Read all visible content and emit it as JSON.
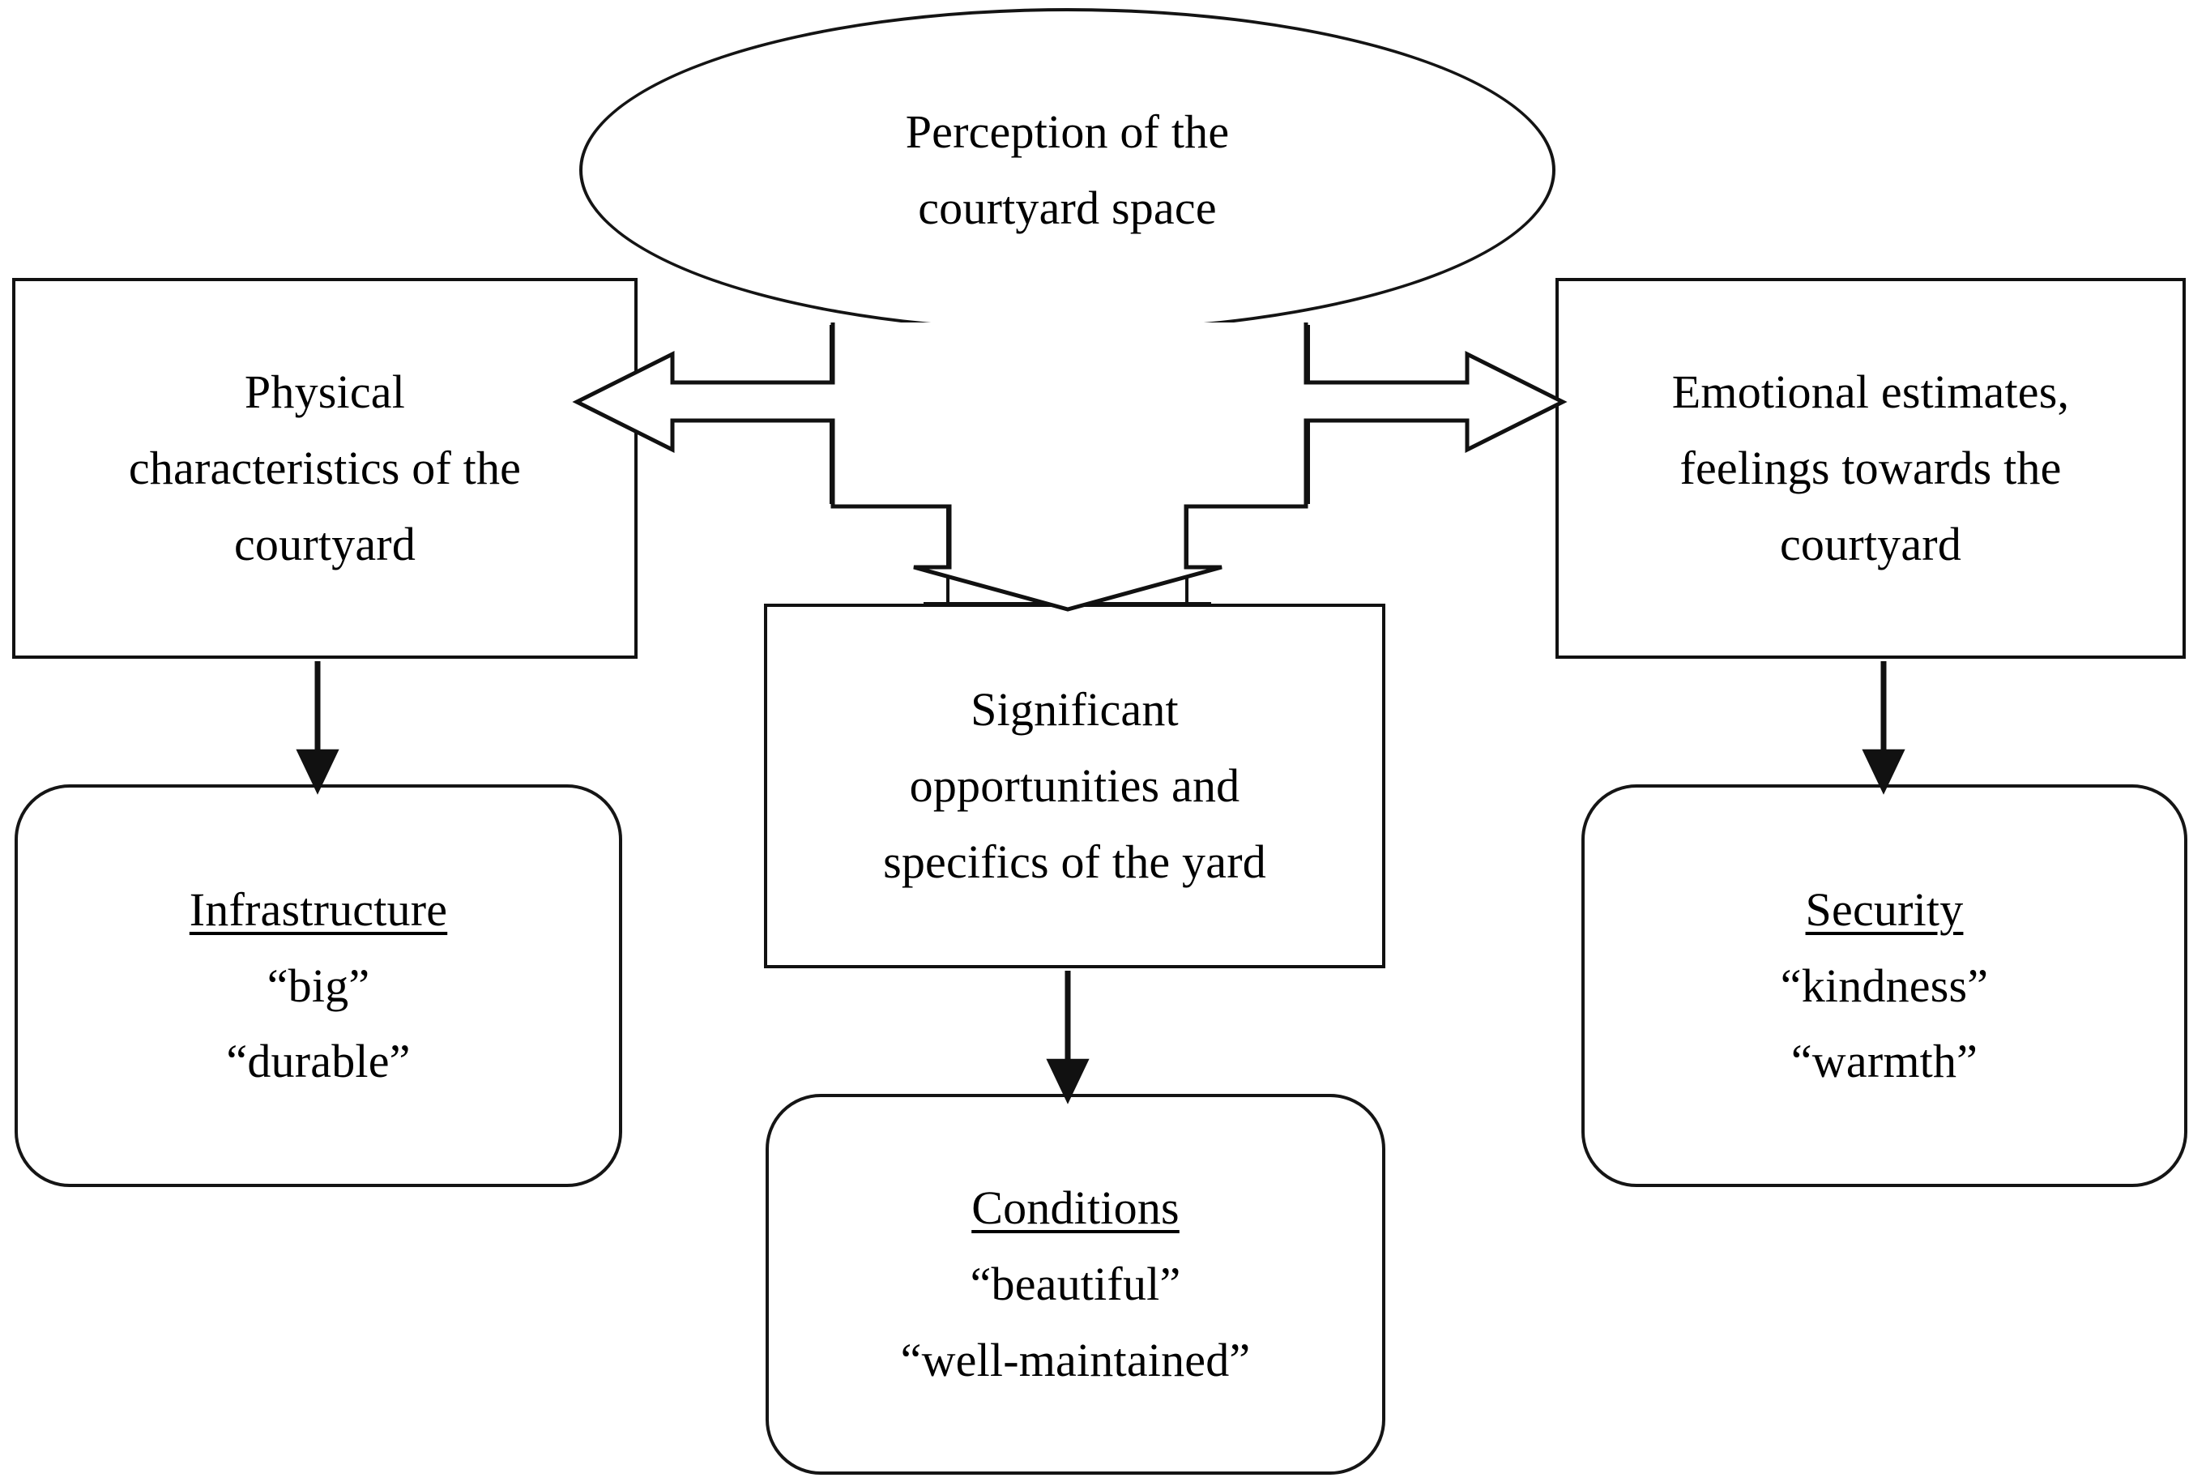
{
  "diagram": {
    "title_hidden": "",
    "nodes": {
      "perception": {
        "shape": "ellipse",
        "lines": [
          "Perception of the",
          "courtyard space"
        ]
      },
      "physical": {
        "shape": "rectangle",
        "lines": [
          "Physical",
          "characteristics of the",
          "courtyard"
        ]
      },
      "emotional": {
        "shape": "rectangle",
        "lines": [
          "Emotional estimates,",
          "feelings towards the",
          "courtyard"
        ]
      },
      "significant": {
        "shape": "rectangle",
        "lines": [
          "Significant",
          "opportunities and",
          "specifics of the yard"
        ]
      },
      "infrastructure": {
        "shape": "rounded-rectangle",
        "heading": "Infrastructure",
        "lines": [
          "“big”",
          "“durable”"
        ]
      },
      "conditions": {
        "shape": "rounded-rectangle",
        "heading": "Conditions",
        "lines": [
          "“beautiful”",
          "“well-maintained”"
        ]
      },
      "security": {
        "shape": "rounded-rectangle",
        "heading": "Security",
        "lines": [
          "“kindness”",
          "“warmth”"
        ]
      }
    },
    "connectors": [
      {
        "name": "tri-arrow-left-right-down",
        "from": "perception",
        "to": [
          "physical",
          "emotional",
          "significant"
        ],
        "style": "hollow-three-way-arrow"
      },
      {
        "name": "physical-to-infrastructure",
        "from": "physical",
        "to": "infrastructure",
        "style": "solid-arrow-down"
      },
      {
        "name": "significant-to-conditions",
        "from": "significant",
        "to": "conditions",
        "style": "solid-arrow-down"
      },
      {
        "name": "emotional-to-security",
        "from": "emotional",
        "to": "security",
        "style": "solid-arrow-down"
      }
    ],
    "colors": {
      "stroke": "#111111",
      "fill": "#ffffff",
      "text": "#000000"
    }
  }
}
